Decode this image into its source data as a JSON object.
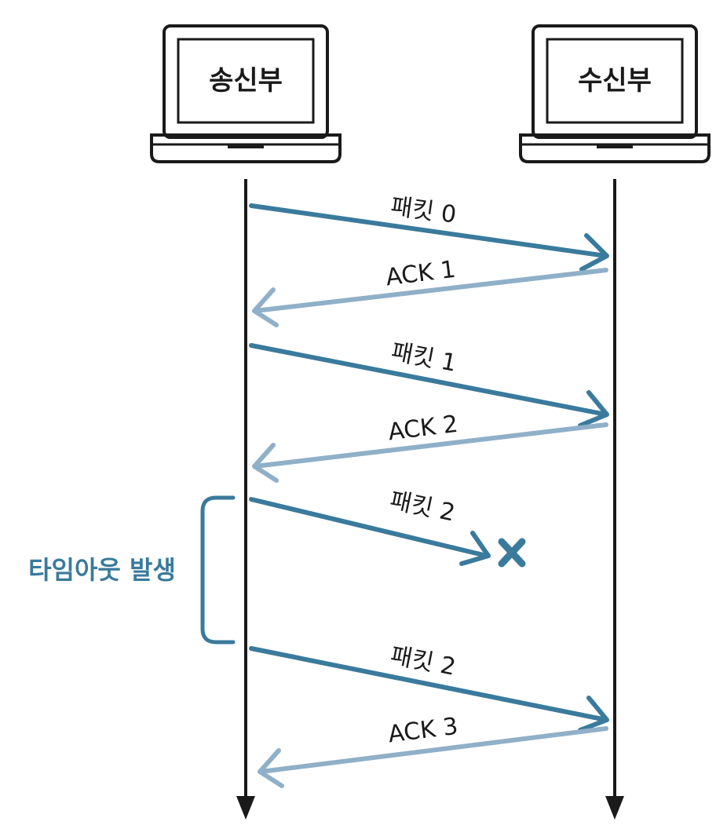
{
  "colors": {
    "packet": "#3a7a9c",
    "ack": "#8fb0c8",
    "line": "#1a1a1a",
    "timeout": "#3a7a9c"
  },
  "sender": {
    "label": "송신부",
    "icon": "laptop-icon"
  },
  "receiver": {
    "label": "수신부",
    "icon": "laptop-icon"
  },
  "messages": [
    {
      "label": "패킷 0",
      "kind": "packet"
    },
    {
      "label": "ACK 1",
      "kind": "ack"
    },
    {
      "label": "패킷 1",
      "kind": "packet"
    },
    {
      "label": "ACK 2",
      "kind": "ack"
    },
    {
      "label": "패킷 2",
      "kind": "packet",
      "lost": true
    },
    {
      "label": "패킷 2",
      "kind": "packet"
    },
    {
      "label": "ACK 3",
      "kind": "ack"
    }
  ],
  "timeout": {
    "label": "타임아웃 발생"
  },
  "lost_marker_icon": "x-icon"
}
